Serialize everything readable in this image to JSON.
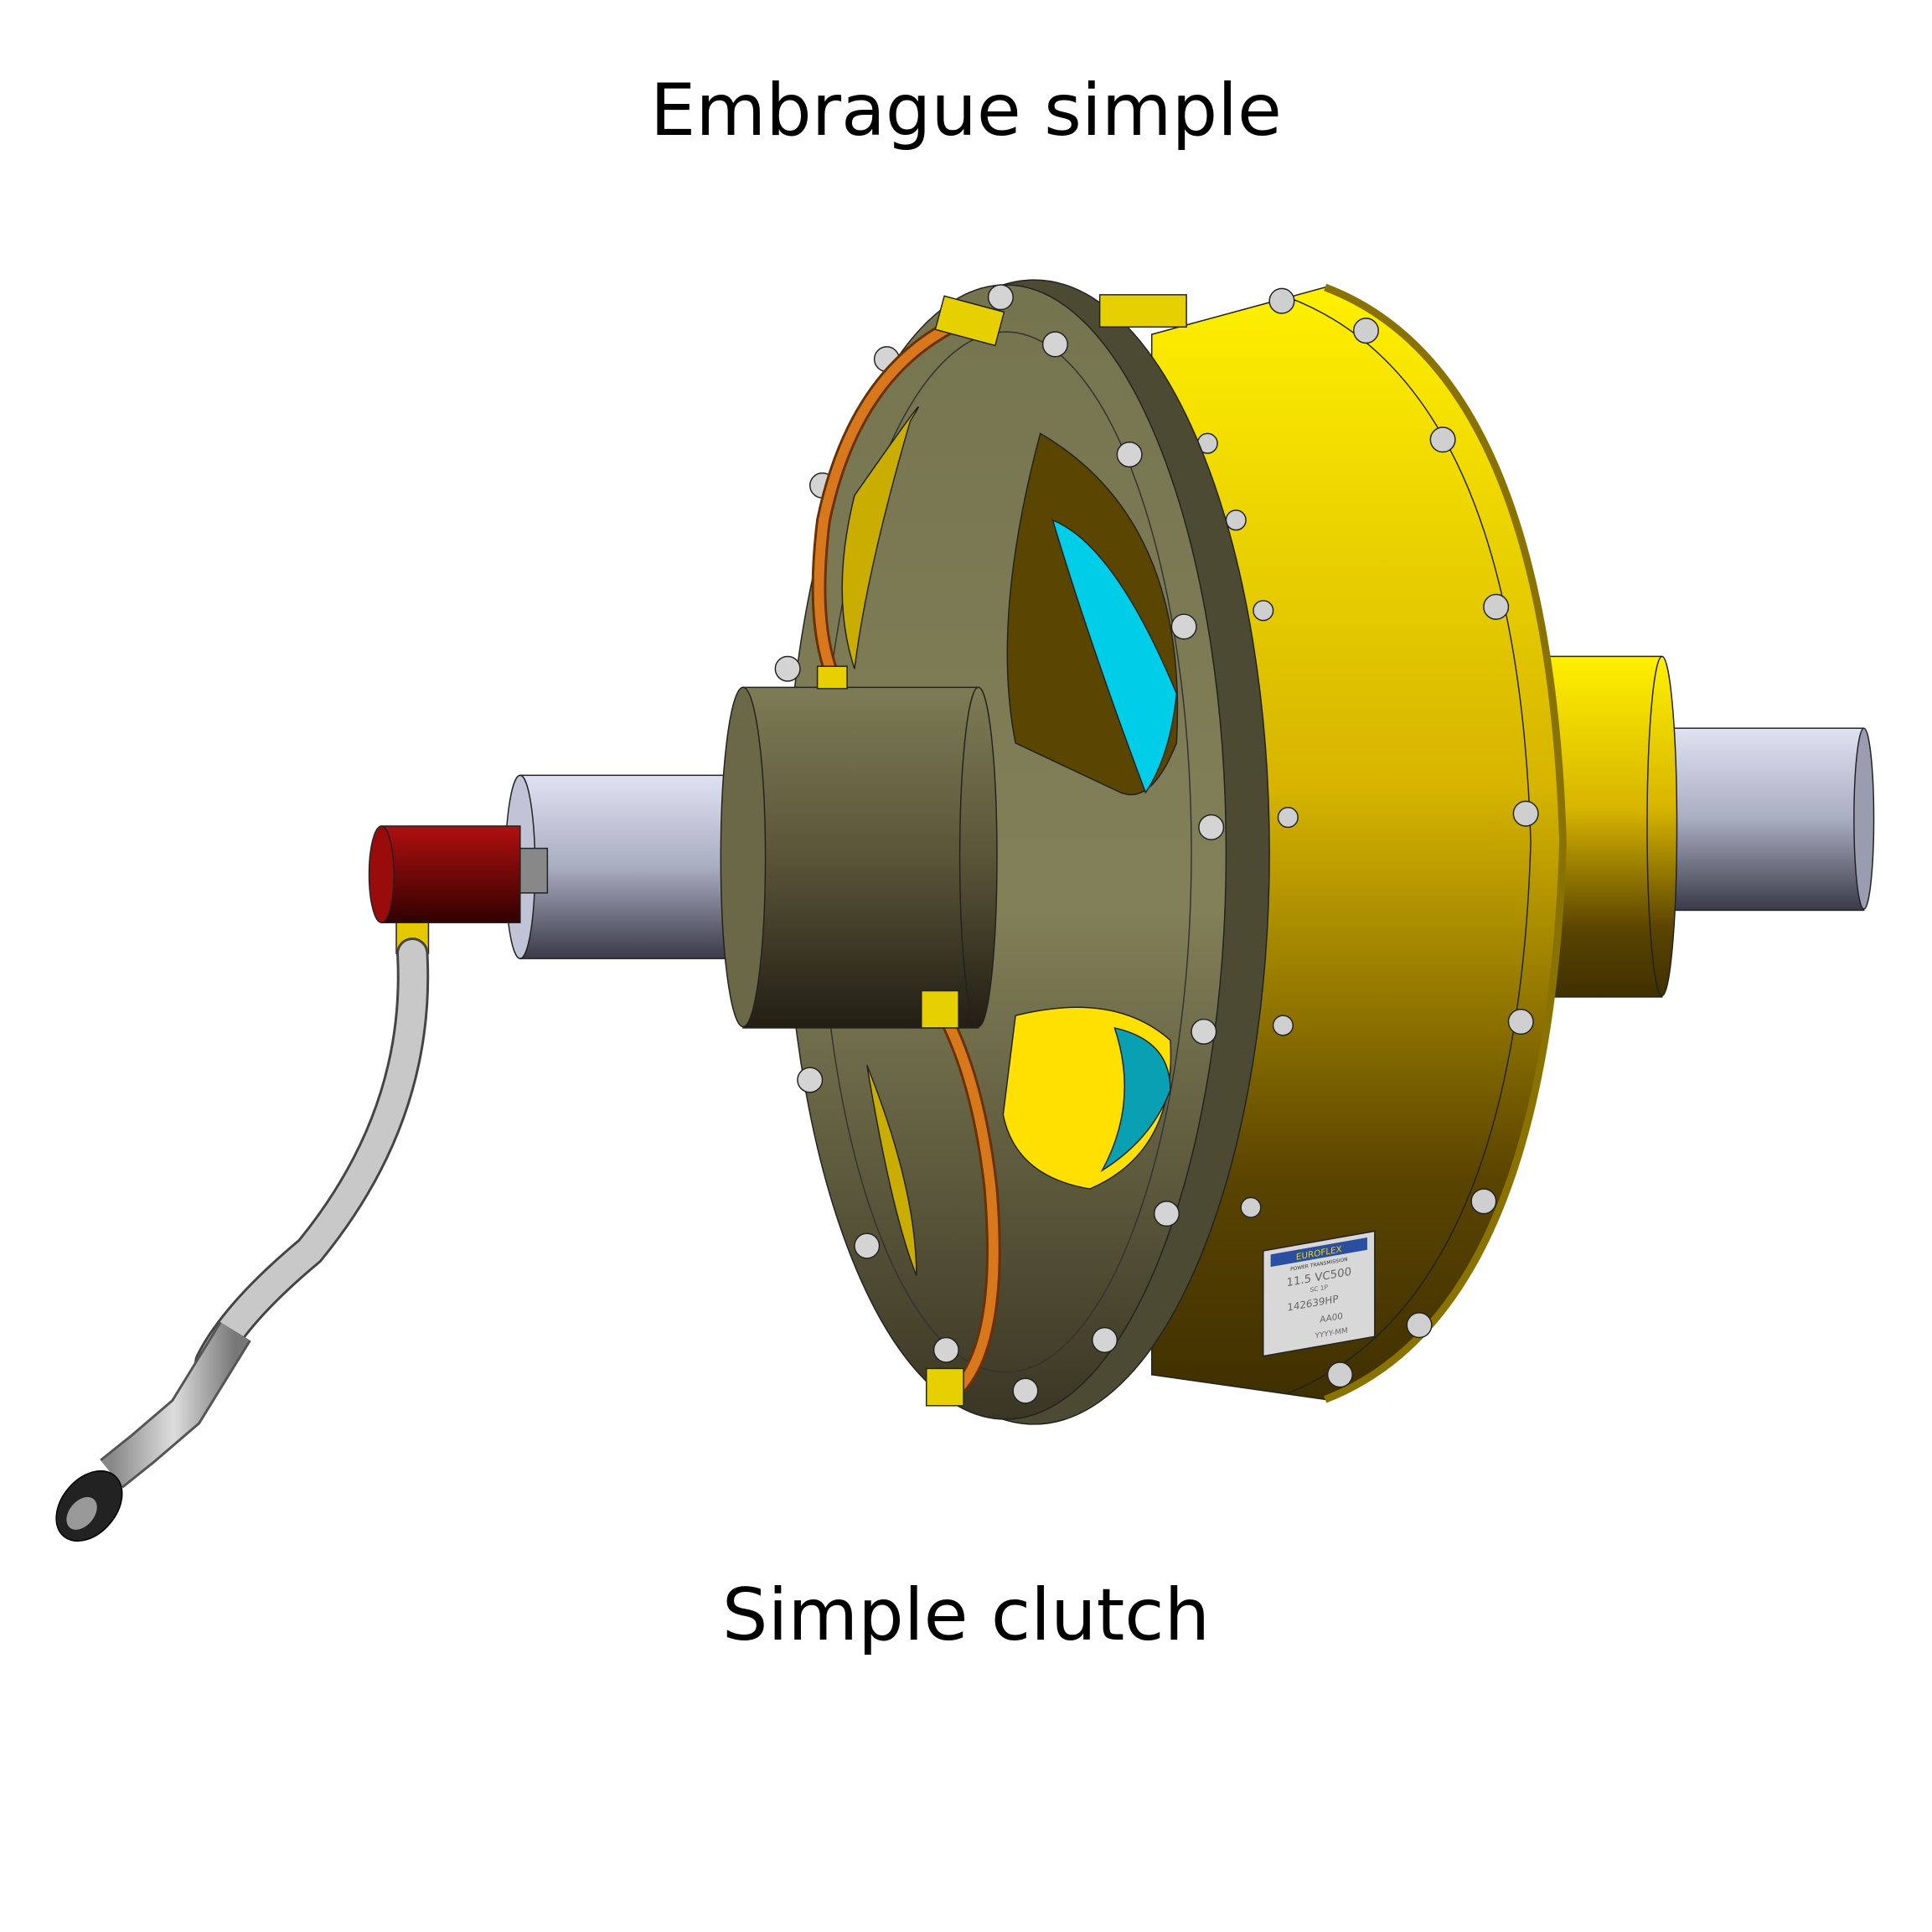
{
  "title": "Embrague simple",
  "subtitle": "Simple clutch",
  "nameplate": {
    "brand": "EUROFLEX",
    "tagline": "POWER TRANSMISSION",
    "model": "11.5 VC500",
    "type": "SC 1P",
    "part_no": "142639HP",
    "serial": "AA00",
    "date": "YYYY-MM"
  },
  "colors": {
    "drum": "#f2d600",
    "flange": "#6e6e4c",
    "shaft": "#b8bccc",
    "hose_orange": "#c86a10",
    "cap_red": "#8a0a0a",
    "friction": "#00c8e0"
  }
}
